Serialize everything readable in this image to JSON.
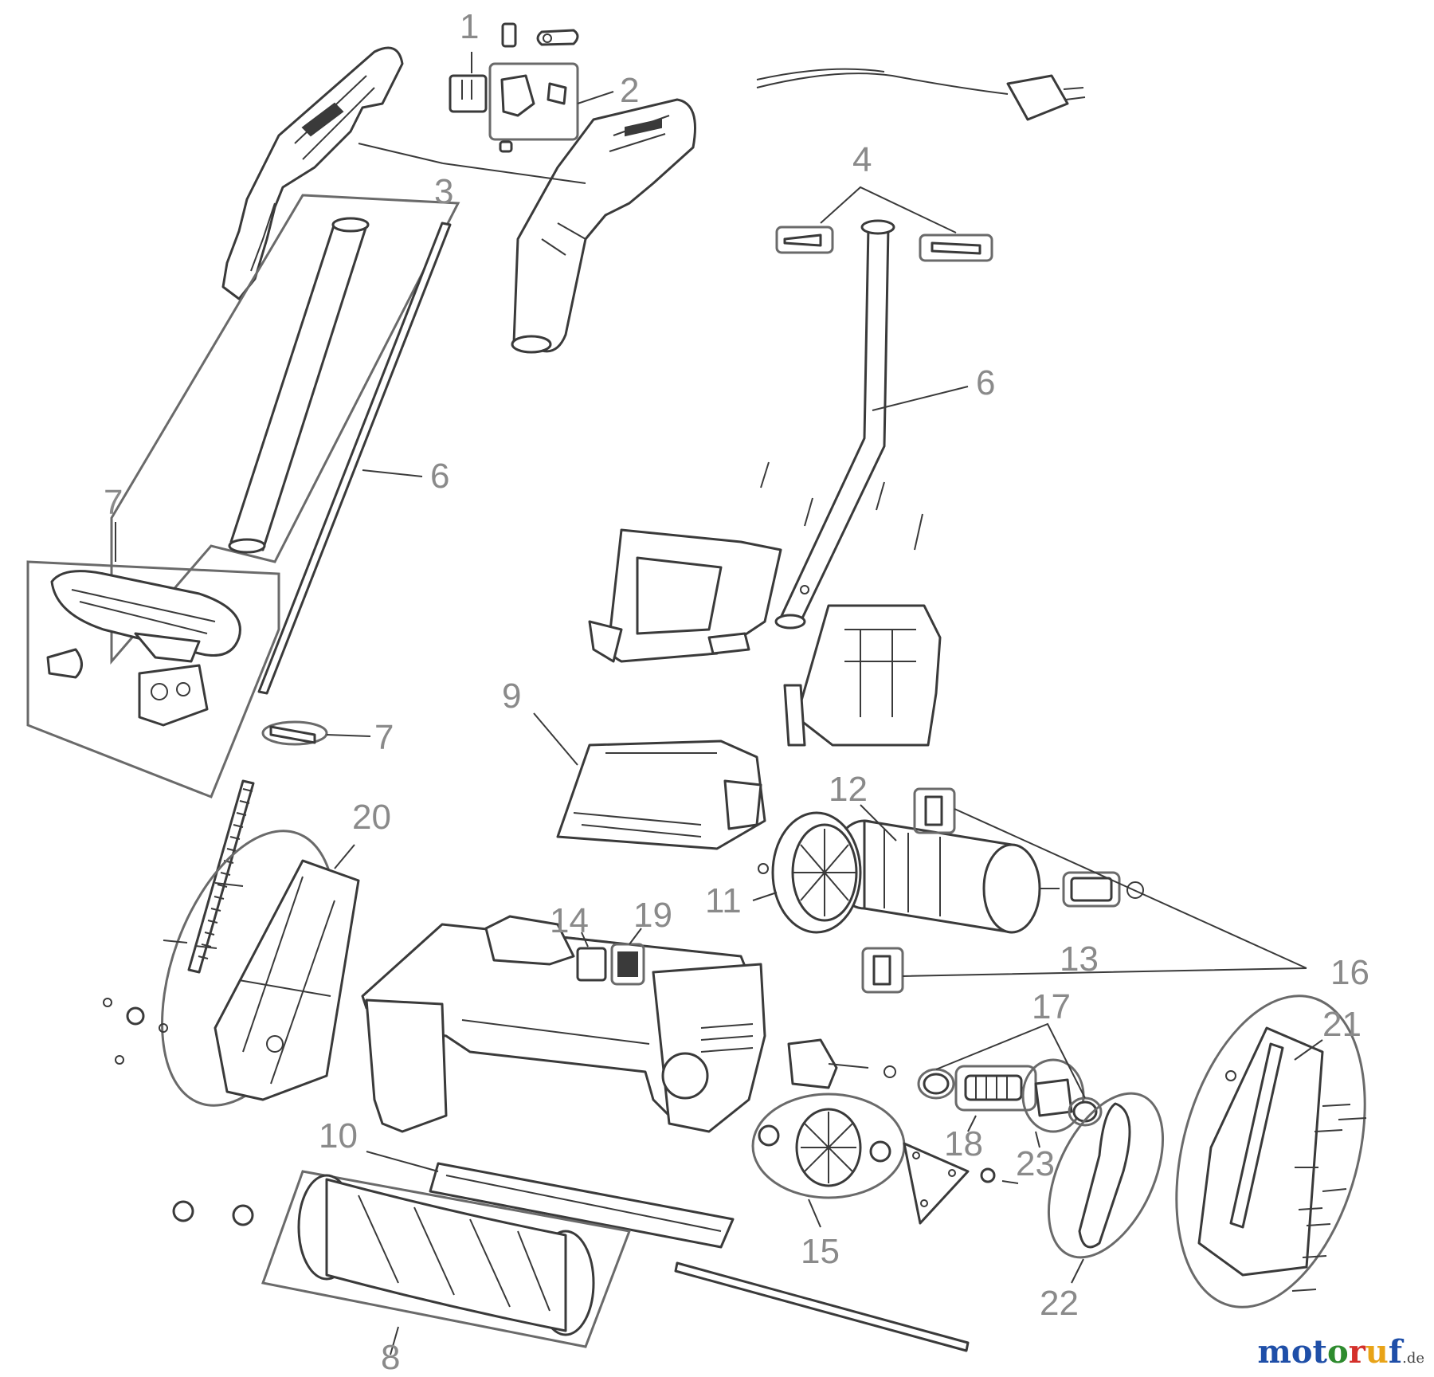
{
  "diagram": {
    "callouts": [
      {
        "id": "c1",
        "text": "1"
      },
      {
        "id": "c2",
        "text": "2"
      },
      {
        "id": "c3",
        "text": "3"
      },
      {
        "id": "c4",
        "text": "4"
      },
      {
        "id": "c6a",
        "text": "6"
      },
      {
        "id": "c6b",
        "text": "6"
      },
      {
        "id": "c7a",
        "text": "7"
      },
      {
        "id": "c7b",
        "text": "7"
      },
      {
        "id": "c8",
        "text": "8"
      },
      {
        "id": "c9",
        "text": "9"
      },
      {
        "id": "c10",
        "text": "10"
      },
      {
        "id": "c11",
        "text": "11"
      },
      {
        "id": "c12",
        "text": "12"
      },
      {
        "id": "c13",
        "text": "13"
      },
      {
        "id": "c14",
        "text": "14"
      },
      {
        "id": "c15",
        "text": "15"
      },
      {
        "id": "c16",
        "text": "16"
      },
      {
        "id": "c17",
        "text": "17"
      },
      {
        "id": "c18",
        "text": "18"
      },
      {
        "id": "c19",
        "text": "19"
      },
      {
        "id": "c20",
        "text": "20"
      },
      {
        "id": "c21",
        "text": "21"
      },
      {
        "id": "c22",
        "text": "22"
      },
      {
        "id": "c23",
        "text": "23"
      }
    ],
    "line_color": "#3a3a3a",
    "callout_color": "#8a8a8a"
  },
  "watermark": {
    "brand": "motoruf",
    "tld": ".de",
    "letter_colors": [
      "#1f4fa8",
      "#1f4fa8",
      "#1f4fa8",
      "#2e8b2e",
      "#d4302b",
      "#e8a317",
      "#1f4fa8"
    ]
  }
}
